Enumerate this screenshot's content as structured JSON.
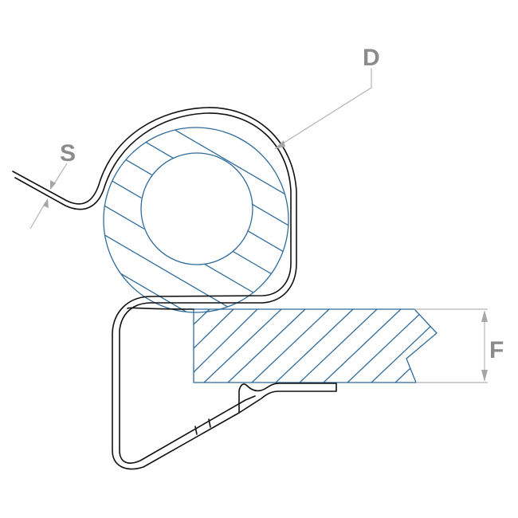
{
  "diagram": {
    "type": "technical-cross-section",
    "subject": "spring steel pipe clip mounted on flange/plate edge",
    "labels": {
      "diameter": "D",
      "thickness": "S",
      "flange": "F"
    },
    "colors": {
      "section_hatch": "#2f6b9a",
      "clip_outline": "#111111",
      "dimension_lines": "#b5b5b5",
      "label_text": "#8c8c8c",
      "background": "#ffffff"
    },
    "components": [
      {
        "name": "pipe",
        "description": "hatched ring (tube cross-section) held by clip",
        "dimension_label": "D"
      },
      {
        "name": "clip",
        "description": "formed spring-steel strip, open-ended, with thickness S"
      },
      {
        "name": "flange",
        "description": "hatched plate with break line, thickness F"
      }
    ]
  }
}
